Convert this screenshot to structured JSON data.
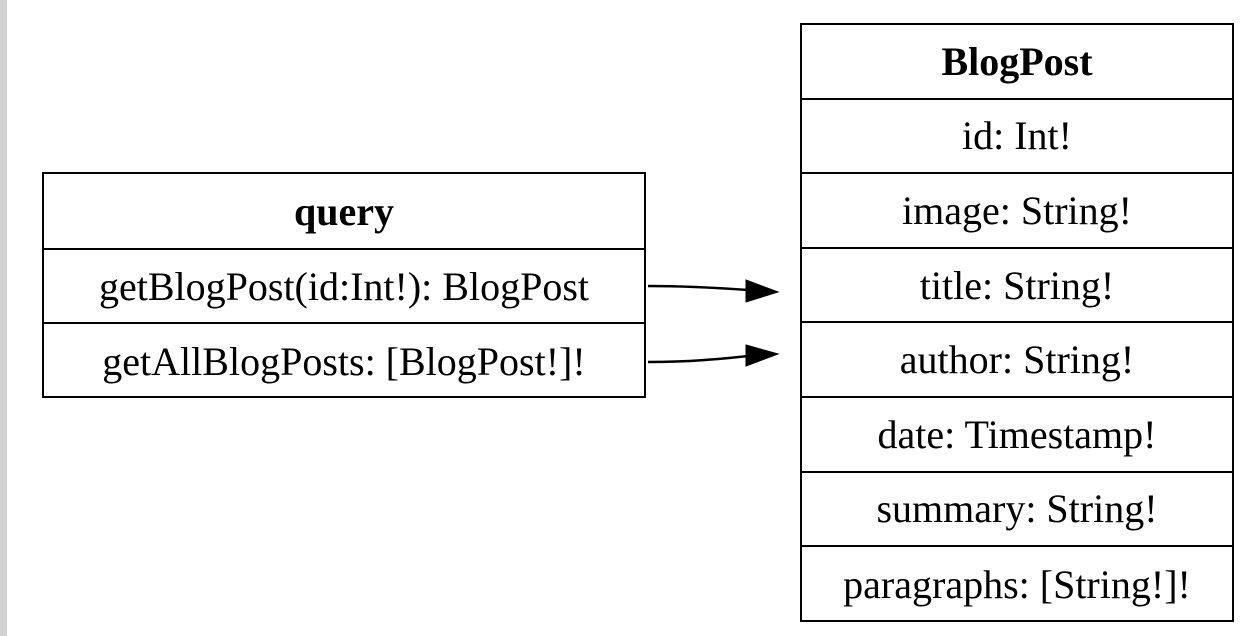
{
  "diagram": {
    "nodes": [
      {
        "id": "query",
        "title": "query",
        "fields": [
          "getBlogPost(id:Int!): BlogPost",
          "getAllBlogPosts: [BlogPost!]!"
        ]
      },
      {
        "id": "BlogPost",
        "title": "BlogPost",
        "fields": [
          "id: Int!",
          "image: String!",
          "title: String!",
          "author: String!",
          "date: Timestamp!",
          "summary: String!",
          "paragraphs: [String!]!"
        ]
      }
    ],
    "edges": [
      {
        "from": "query.getBlogPost",
        "to": "BlogPost"
      },
      {
        "from": "query.getAllBlogPosts",
        "to": "BlogPost"
      }
    ]
  }
}
